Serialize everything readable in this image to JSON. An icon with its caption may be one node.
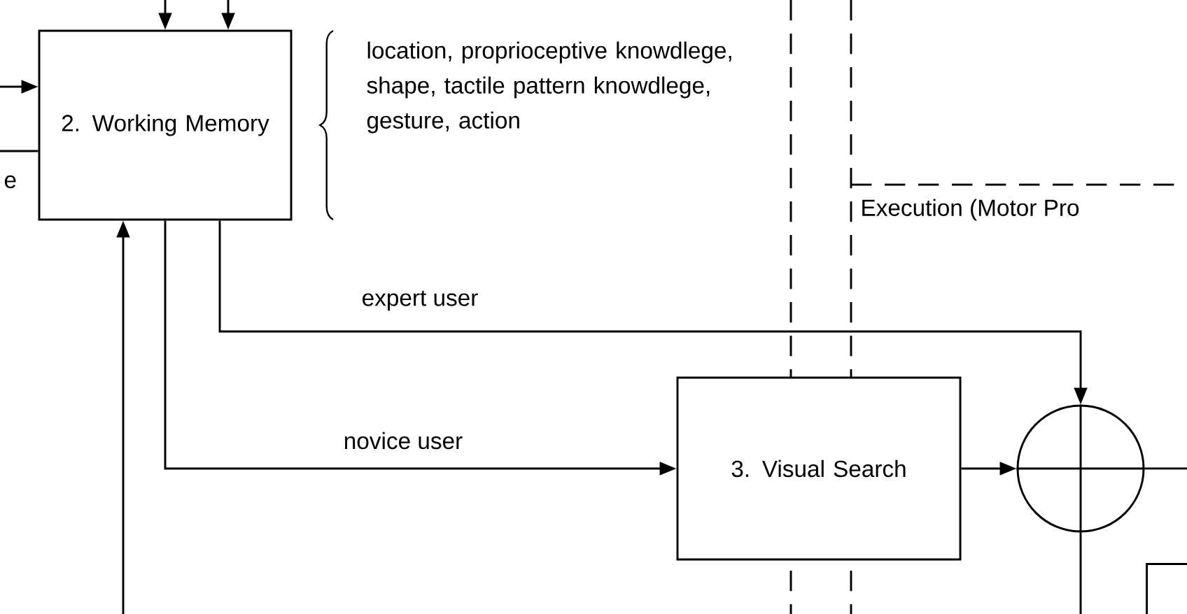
{
  "diagram": {
    "nodes": [
      {
        "text": [
          "2. Working Memory"
        ],
        "beside": [
          "location, proprioceptive knowdlege, shape, tactile pattern knowdlege, gesture, action"
        ]
      },
      {
        "text": [
          "3. Visual Search"
        ]
      },
      {
        "text": [],
        "shape": "circle"
      },
      {
        "text": [],
        "shape": "box"
      }
    ],
    "edges": [
      {
        "from": 0,
        "to": 1,
        "arrow": "to",
        "label": "novice user"
      },
      {
        "from": 0,
        "to": 2,
        "arrow": "to",
        "label": "expert user"
      },
      {
        "from": 1,
        "to": 2,
        "arrow": "to"
      },
      {
        "from": null,
        "to": 0,
        "arrow": "to"
      },
      {
        "from": null,
        "to": 0,
        "arrow": "to"
      },
      {
        "from": null,
        "to": 0,
        "arrow": "to"
      },
      {
        "from": null,
        "to": 0,
        "arrow": "to"
      },
      {
        "from": 0,
        "to": null,
        "arrow": "none"
      },
      {
        "from": 2,
        "to": null,
        "arrow": "none"
      },
      {
        "from": 2,
        "to": null,
        "arrow": "none"
      }
    ],
    "labels": [
      "e",
      "Execution (Motor Pro"
    ]
  }
}
